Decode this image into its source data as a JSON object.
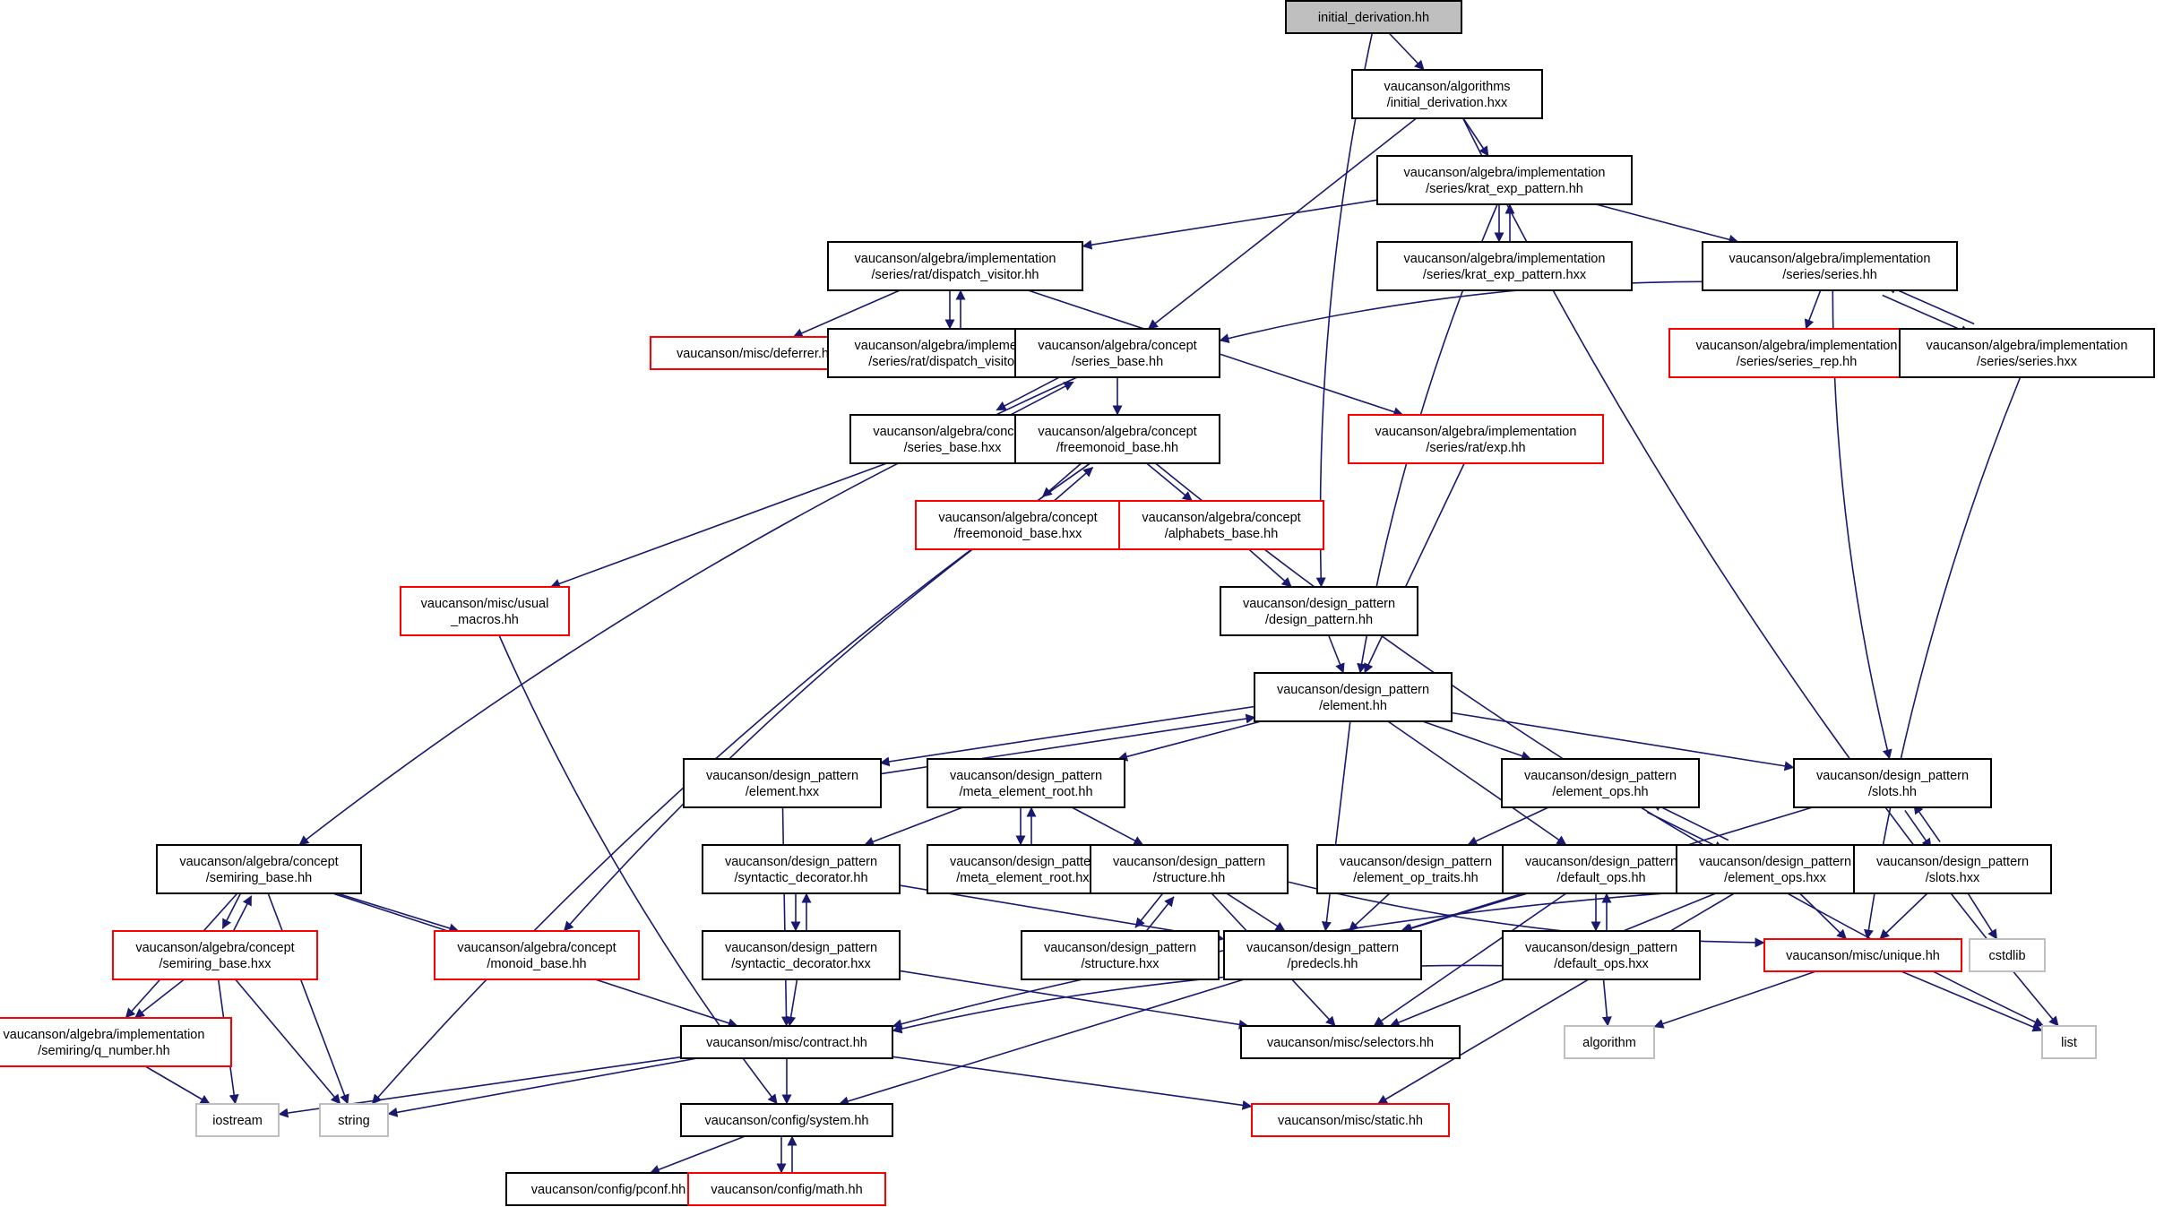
{
  "colors": {
    "edge": "#191970",
    "border_black": "#000000",
    "border_red": "#ff0000",
    "border_gray": "#bfbfbf",
    "root_fill": "#bfbfbf"
  },
  "nodes": [
    {
      "id": "root",
      "lines": [
        "initial_derivation.hh"
      ],
      "style": "root"
    },
    {
      "id": "alg_initial_hxx",
      "lines": [
        "vaucanson/algorithms",
        "/initial_derivation.hxx"
      ],
      "style": "black"
    },
    {
      "id": "krat_exp_pattern_hh",
      "lines": [
        "vaucanson/algebra/implementation",
        "/series/krat_exp_pattern.hh"
      ],
      "style": "black"
    },
    {
      "id": "dispatch_visitor_hh",
      "lines": [
        "vaucanson/algebra/implementation",
        "/series/rat/dispatch_visitor.hh"
      ],
      "style": "black"
    },
    {
      "id": "krat_exp_pattern_hxx",
      "lines": [
        "vaucanson/algebra/implementation",
        "/series/krat_exp_pattern.hxx"
      ],
      "style": "black"
    },
    {
      "id": "series_hh",
      "lines": [
        "vaucanson/algebra/implementation",
        "/series/series.hh"
      ],
      "style": "black"
    },
    {
      "id": "deferrer_hh",
      "lines": [
        "vaucanson/misc/deferrer.hh"
      ],
      "style": "red"
    },
    {
      "id": "dispatch_visitor_hxx",
      "lines": [
        "vaucanson/algebra/implementation",
        "/series/rat/dispatch_visitor.hxx"
      ],
      "style": "black"
    },
    {
      "id": "series_base_hh",
      "lines": [
        "vaucanson/algebra/concept",
        "/series_base.hh"
      ],
      "style": "black"
    },
    {
      "id": "series_rep_hh",
      "lines": [
        "vaucanson/algebra/implementation",
        "/series/series_rep.hh"
      ],
      "style": "red"
    },
    {
      "id": "series_hxx",
      "lines": [
        "vaucanson/algebra/implementation",
        "/series/series.hxx"
      ],
      "style": "black"
    },
    {
      "id": "series_base_hxx",
      "lines": [
        "vaucanson/algebra/concept",
        "/series_base.hxx"
      ],
      "style": "black"
    },
    {
      "id": "freemonoid_base_hh",
      "lines": [
        "vaucanson/algebra/concept",
        "/freemonoid_base.hh"
      ],
      "style": "black"
    },
    {
      "id": "rat_exp_hh",
      "lines": [
        "vaucanson/algebra/implementation",
        "/series/rat/exp.hh"
      ],
      "style": "red"
    },
    {
      "id": "freemonoid_base_hxx",
      "lines": [
        "vaucanson/algebra/concept",
        "/freemonoid_base.hxx"
      ],
      "style": "red"
    },
    {
      "id": "alphabets_base_hh",
      "lines": [
        "vaucanson/algebra/concept",
        "/alphabets_base.hh"
      ],
      "style": "red"
    },
    {
      "id": "usual_macros_hh",
      "lines": [
        "vaucanson/misc/usual",
        "_macros.hh"
      ],
      "style": "red"
    },
    {
      "id": "design_pattern_hh",
      "lines": [
        "vaucanson/design_pattern",
        "/design_pattern.hh"
      ],
      "style": "black"
    },
    {
      "id": "element_hh",
      "lines": [
        "vaucanson/design_pattern",
        "/element.hh"
      ],
      "style": "black"
    },
    {
      "id": "element_hxx",
      "lines": [
        "vaucanson/design_pattern",
        "/element.hxx"
      ],
      "style": "black"
    },
    {
      "id": "meta_element_root_hh",
      "lines": [
        "vaucanson/design_pattern",
        "/meta_element_root.hh"
      ],
      "style": "black"
    },
    {
      "id": "element_ops_hh",
      "lines": [
        "vaucanson/design_pattern",
        "/element_ops.hh"
      ],
      "style": "black"
    },
    {
      "id": "slots_hh",
      "lines": [
        "vaucanson/design_pattern",
        "/slots.hh"
      ],
      "style": "black"
    },
    {
      "id": "semiring_base_hh",
      "lines": [
        "vaucanson/algebra/concept",
        "/semiring_base.hh"
      ],
      "style": "black"
    },
    {
      "id": "syntactic_decorator_hh",
      "lines": [
        "vaucanson/design_pattern",
        "/syntactic_decorator.hh"
      ],
      "style": "black"
    },
    {
      "id": "meta_element_root_hxx",
      "lines": [
        "vaucanson/design_pattern",
        "/meta_element_root.hxx"
      ],
      "style": "black"
    },
    {
      "id": "structure_hh",
      "lines": [
        "vaucanson/design_pattern",
        "/structure.hh"
      ],
      "style": "black"
    },
    {
      "id": "element_op_traits_hh",
      "lines": [
        "vaucanson/design_pattern",
        "/element_op_traits.hh"
      ],
      "style": "black"
    },
    {
      "id": "default_ops_hh",
      "lines": [
        "vaucanson/design_pattern",
        "/default_ops.hh"
      ],
      "style": "black"
    },
    {
      "id": "element_ops_hxx",
      "lines": [
        "vaucanson/design_pattern",
        "/element_ops.hxx"
      ],
      "style": "black"
    },
    {
      "id": "slots_hxx",
      "lines": [
        "vaucanson/design_pattern",
        "/slots.hxx"
      ],
      "style": "black"
    },
    {
      "id": "semiring_base_hxx",
      "lines": [
        "vaucanson/algebra/concept",
        "/semiring_base.hxx"
      ],
      "style": "red"
    },
    {
      "id": "monoid_base_hh",
      "lines": [
        "vaucanson/algebra/concept",
        "/monoid_base.hh"
      ],
      "style": "red"
    },
    {
      "id": "syntactic_decorator_hxx",
      "lines": [
        "vaucanson/design_pattern",
        "/syntactic_decorator.hxx"
      ],
      "style": "black"
    },
    {
      "id": "structure_hxx",
      "lines": [
        "vaucanson/design_pattern",
        "/structure.hxx"
      ],
      "style": "black"
    },
    {
      "id": "predecls_hh",
      "lines": [
        "vaucanson/design_pattern",
        "/predecls.hh"
      ],
      "style": "black"
    },
    {
      "id": "default_ops_hxx",
      "lines": [
        "vaucanson/design_pattern",
        "/default_ops.hxx"
      ],
      "style": "black"
    },
    {
      "id": "unique_hh",
      "lines": [
        "vaucanson/misc/unique.hh"
      ],
      "style": "red"
    },
    {
      "id": "cstdlib",
      "lines": [
        "cstdlib"
      ],
      "style": "gray"
    },
    {
      "id": "q_number_hh",
      "lines": [
        "vaucanson/algebra/implementation",
        "/semiring/q_number.hh"
      ],
      "style": "red"
    },
    {
      "id": "contract_hh",
      "lines": [
        "vaucanson/misc/contract.hh"
      ],
      "style": "black"
    },
    {
      "id": "selectors_hh",
      "lines": [
        "vaucanson/misc/selectors.hh"
      ],
      "style": "black"
    },
    {
      "id": "algorithm",
      "lines": [
        "algorithm"
      ],
      "style": "gray"
    },
    {
      "id": "list",
      "lines": [
        "list"
      ],
      "style": "gray"
    },
    {
      "id": "iostream",
      "lines": [
        "iostream"
      ],
      "style": "gray"
    },
    {
      "id": "string",
      "lines": [
        "string"
      ],
      "style": "gray"
    },
    {
      "id": "system_hh",
      "lines": [
        "vaucanson/config/system.hh"
      ],
      "style": "black"
    },
    {
      "id": "static_hh",
      "lines": [
        "vaucanson/misc/static.hh"
      ],
      "style": "red"
    },
    {
      "id": "pconf_hh",
      "lines": [
        "vaucanson/config/pconf.hh"
      ],
      "style": "black"
    },
    {
      "id": "math_hh",
      "lines": [
        "vaucanson/config/math.hh"
      ],
      "style": "red"
    }
  ],
  "edges": [
    [
      "root",
      "alg_initial_hxx"
    ],
    [
      "root",
      "design_pattern_hh"
    ],
    [
      "alg_initial_hxx",
      "krat_exp_pattern_hh"
    ],
    [
      "alg_initial_hxx",
      "series_base_hh"
    ],
    [
      "alg_initial_hxx",
      "list"
    ],
    [
      "krat_exp_pattern_hh",
      "dispatch_visitor_hh"
    ],
    [
      "krat_exp_pattern_hh",
      "krat_exp_pattern_hxx"
    ],
    [
      "krat_exp_pattern_hxx",
      "krat_exp_pattern_hh"
    ],
    [
      "krat_exp_pattern_hh",
      "series_hh"
    ],
    [
      "krat_exp_pattern_hh",
      "element_hh"
    ],
    [
      "dispatch_visitor_hh",
      "deferrer_hh"
    ],
    [
      "dispatch_visitor_hh",
      "dispatch_visitor_hxx"
    ],
    [
      "dispatch_visitor_hxx",
      "dispatch_visitor_hh"
    ],
    [
      "dispatch_visitor_hh",
      "rat_exp_hh"
    ],
    [
      "series_hh",
      "series_base_hh"
    ],
    [
      "series_hh",
      "series_rep_hh"
    ],
    [
      "series_hh",
      "series_hxx"
    ],
    [
      "series_hxx",
      "series_hh"
    ],
    [
      "series_hh",
      "slots_hh"
    ],
    [
      "series_hxx",
      "unique_hh"
    ],
    [
      "series_base_hh",
      "series_base_hxx"
    ],
    [
      "series_base_hxx",
      "series_base_hh"
    ],
    [
      "series_base_hh",
      "freemonoid_base_hh"
    ],
    [
      "series_base_hh",
      "semiring_base_hh"
    ],
    [
      "series_base_hxx",
      "usual_macros_hh"
    ],
    [
      "freemonoid_base_hh",
      "freemonoid_base_hxx"
    ],
    [
      "freemonoid_base_hxx",
      "freemonoid_base_hh"
    ],
    [
      "freemonoid_base_hh",
      "alphabets_base_hh"
    ],
    [
      "freemonoid_base_hh",
      "string"
    ],
    [
      "freemonoid_base_hh",
      "monoid_base_hh"
    ],
    [
      "freemonoid_base_hh",
      "list"
    ],
    [
      "alphabets_base_hh",
      "design_pattern_hh"
    ],
    [
      "rat_exp_hh",
      "element_hh"
    ],
    [
      "usual_macros_hh",
      "system_hh"
    ],
    [
      "design_pattern_hh",
      "element_hh"
    ],
    [
      "element_hh",
      "element_hxx"
    ],
    [
      "element_hxx",
      "element_hh"
    ],
    [
      "element_hh",
      "meta_element_root_hh"
    ],
    [
      "element_hh",
      "element_ops_hh"
    ],
    [
      "element_hh",
      "slots_hh"
    ],
    [
      "element_hh",
      "default_ops_hh"
    ],
    [
      "element_hh",
      "predecls_hh"
    ],
    [
      "element_hxx",
      "contract_hh"
    ],
    [
      "meta_element_root_hh",
      "syntactic_decorator_hh"
    ],
    [
      "meta_element_root_hh",
      "meta_element_root_hxx"
    ],
    [
      "meta_element_root_hxx",
      "meta_element_root_hh"
    ],
    [
      "meta_element_root_hh",
      "structure_hh"
    ],
    [
      "element_ops_hh",
      "element_op_traits_hh"
    ],
    [
      "element_ops_hh",
      "element_ops_hxx"
    ],
    [
      "element_ops_hxx",
      "element_ops_hh"
    ],
    [
      "slots_hh",
      "slots_hxx"
    ],
    [
      "slots_hxx",
      "slots_hh"
    ],
    [
      "slots_hh",
      "predecls_hh"
    ],
    [
      "semiring_base_hh",
      "semiring_base_hxx"
    ],
    [
      "semiring_base_hxx",
      "semiring_base_hh"
    ],
    [
      "semiring_base_hh",
      "monoid_base_hh"
    ],
    [
      "semiring_base_hh",
      "q_number_hh"
    ],
    [
      "semiring_base_hh",
      "contract_hh"
    ],
    [
      "semiring_base_hh",
      "string"
    ],
    [
      "semiring_base_hxx",
      "q_number_hh"
    ],
    [
      "semiring_base_hxx",
      "iostream"
    ],
    [
      "semiring_base_hxx",
      "string"
    ],
    [
      "syntactic_decorator_hh",
      "syntactic_decorator_hxx"
    ],
    [
      "syntactic_decorator_hxx",
      "syntactic_decorator_hh"
    ],
    [
      "syntactic_decorator_hh",
      "predecls_hh"
    ],
    [
      "syntactic_decorator_hxx",
      "contract_hh"
    ],
    [
      "syntactic_decorator_hxx",
      "selectors_hh"
    ],
    [
      "structure_hh",
      "structure_hxx"
    ],
    [
      "structure_hxx",
      "structure_hh"
    ],
    [
      "structure_hh",
      "predecls_hh"
    ],
    [
      "structure_hh",
      "unique_hh"
    ],
    [
      "structure_hh",
      "selectors_hh"
    ],
    [
      "element_op_traits_hh",
      "predecls_hh"
    ],
    [
      "default_ops_hh",
      "default_ops_hxx"
    ],
    [
      "default_ops_hxx",
      "default_ops_hh"
    ],
    [
      "default_ops_hh",
      "predecls_hh"
    ],
    [
      "default_ops_hh",
      "selectors_hh"
    ],
    [
      "default_ops_hxx",
      "contract_hh"
    ],
    [
      "default_ops_hxx",
      "algorithm"
    ],
    [
      "element_ops_hxx",
      "unique_hh"
    ],
    [
      "element_ops_hxx",
      "static_hh"
    ],
    [
      "element_ops_hxx",
      "selectors_hh"
    ],
    [
      "slots_hxx",
      "unique_hh"
    ],
    [
      "slots_hxx",
      "cstdlib"
    ],
    [
      "slots_hxx",
      "contract_hh"
    ],
    [
      "unique_hh",
      "algorithm"
    ],
    [
      "unique_hh",
      "list"
    ],
    [
      "q_number_hh",
      "iostream"
    ],
    [
      "predecls_hh",
      "system_hh"
    ],
    [
      "contract_hh",
      "iostream"
    ],
    [
      "contract_hh",
      "string"
    ],
    [
      "contract_hh",
      "system_hh"
    ],
    [
      "contract_hh",
      "static_hh"
    ],
    [
      "system_hh",
      "pconf_hh"
    ],
    [
      "system_hh",
      "math_hh"
    ],
    [
      "math_hh",
      "system_hh"
    ]
  ]
}
